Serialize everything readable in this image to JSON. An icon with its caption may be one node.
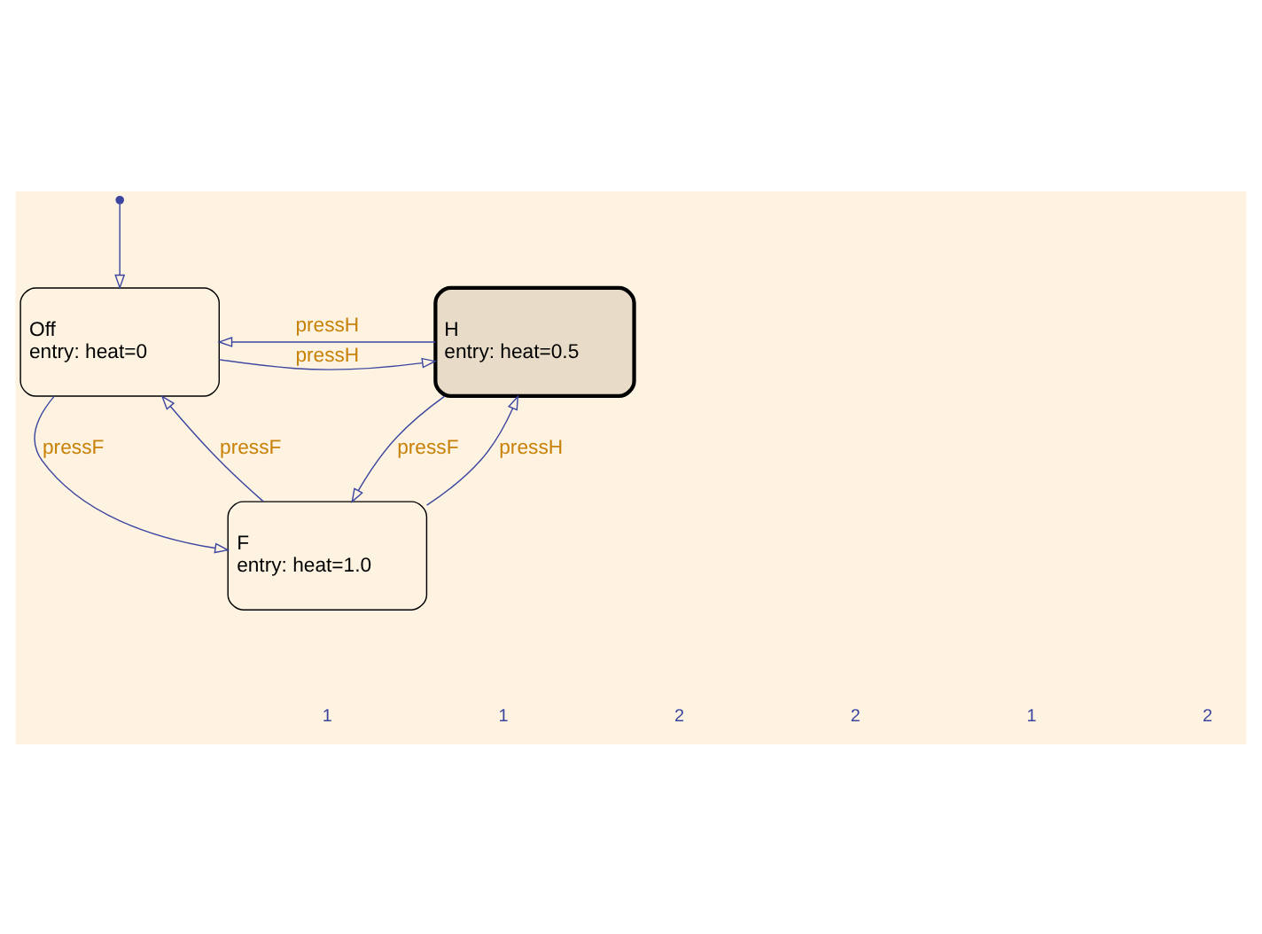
{
  "diagram": {
    "nodes": [
      {
        "text": [],
        "shape": "circle"
      },
      {
        "text": [
          "Off",
          "entry: heat=0"
        ]
      },
      {
        "text": [
          "H",
          "entry: heat=0.5"
        ]
      },
      {
        "text": [
          "F",
          "entry: heat=1.0"
        ]
      }
    ],
    "edges": [
      {
        "from": 0,
        "to": 1,
        "arrow": "to"
      },
      {
        "from": 2,
        "to": 1,
        "arrow": "to",
        "label": "pressH"
      },
      {
        "from": 1,
        "to": 2,
        "arrow": "to",
        "label": "pressH"
      },
      {
        "from": 1,
        "to": 3,
        "arrow": "to",
        "label": "pressF"
      },
      {
        "from": 3,
        "to": 1,
        "arrow": "to",
        "label": "pressF"
      },
      {
        "from": 2,
        "to": 3,
        "arrow": "to",
        "label": "pressF"
      },
      {
        "from": 3,
        "to": 2,
        "arrow": "to",
        "label": "pressH"
      }
    ],
    "labels": [
      "1",
      "1",
      "2",
      "2",
      "1",
      "2"
    ]
  }
}
